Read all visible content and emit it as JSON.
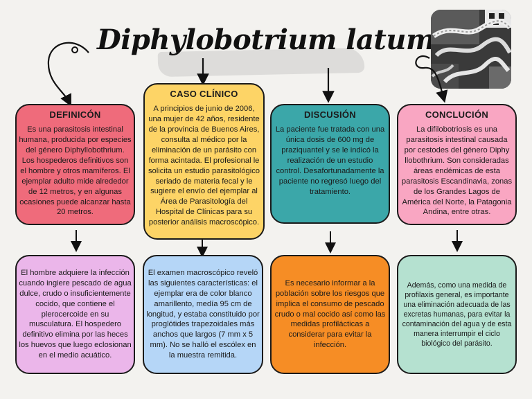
{
  "title": "Diphylobotrium latum",
  "colors": {
    "pink": "#ef6b7b",
    "yellow": "#fdd466",
    "teal": "#3ba7a9",
    "lightpink": "#f9a6c2",
    "violet": "#ebb6ea",
    "blue": "#b5d6f7",
    "orange": "#f68d25",
    "mint": "#b5e1d0"
  },
  "boxes": {
    "definicion": {
      "heading": "DEFINICÓN",
      "text": "Es una parasitosis intestinal humana, producida por especies del género Diphyllobothrium. Los hospederos definitivos son el hombre y otros mamíferos. El ejemplar adulto mide alrededor de 12 metros, y en algunas ocasiones puede alcanzar hasta 20 metros."
    },
    "caso": {
      "heading": "CASO CLÍNICO",
      "text": "A principios de junio de 2006, una mujer de 42 años, residente de la provincia de Buenos Aires, consulta al médico por la eliminación de un parásito con forma acintada. El profesional le solicita un estudio parasitológico seriado de materia fecal y le sugiere el envío del ejemplar al Área de Parasitología del Hospital de Clínicas para su posterior análisis macroscópico."
    },
    "discusion": {
      "heading": "DISCUSIÓN",
      "text": "La paciente fue tratada con una única dosis de 600 mg de praziquantel y se le indicó la realización de un estudio control. Desafortunadamente la paciente no regresó luego del tratamiento."
    },
    "conclusion": {
      "heading": "CONCLUCIÓN",
      "text": "La difilobotriosis es una parasitosis intestinal causada por cestodes del género Diphy llobothrium. Son consideradas áreas endémicas de esta parasitosis Escandinavia, zonas de los Grandes Lagos de América del Norte, la Patagonia Andina, entre otras."
    },
    "hombre": {
      "text": "El hombre adquiere la infección cuando ingiere pescado de agua dulce, crudo o insuficientemente cocido, que contiene el plerocercoide en su musculatura. El hospedero definitivo elimina por las heces los huevos que luego eclosionan en el medio acuático."
    },
    "examen": {
      "text": "El examen macroscópico reveló las siguientes características: el ejemplar era de color blanco amarillento, medía 95 cm de longitud, y estaba constituido por proglótides trapezoidales más anchos que largos (7 mm x 5 mm). No se halló el escólex en la muestra remitida."
    },
    "informar": {
      "text": "Es necesario informar a la población sobre los riesgos que implica el consumo de pescado crudo o mal cocido así como las medidas profilácticas a considerar para evitar la infección."
    },
    "ademas": {
      "text": "Además, como una medida de profilaxis general, es importante una eliminación adecuada de las excretas humanas, para evitar la contaminación del agua y de esta manera interrumpir el ciclo biológico del parásito."
    }
  }
}
